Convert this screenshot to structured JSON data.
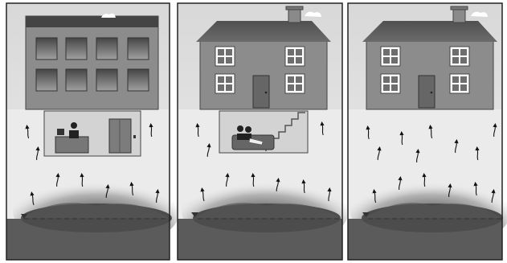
{
  "figure": {
    "panels": [
      {
        "id": "panel-office-basement",
        "building": "office",
        "basement": "office-worker",
        "house_features": false
      },
      {
        "id": "panel-house-basement",
        "building": "house",
        "basement": "living-room",
        "house_features": true
      },
      {
        "id": "panel-house-no-basement",
        "building": "house",
        "basement": "none",
        "house_features": true
      }
    ],
    "icons": [
      "arrow-up-icon",
      "chimney-icon",
      "cloud-icon",
      "door-icon",
      "window-icon",
      "stairs-icon",
      "sofa-icon",
      "person-icon",
      "desk-icon",
      "computer-icon"
    ],
    "colors": {
      "sky": "#e6e6e6",
      "building": "#8c8c8c",
      "roof": "#5a5a5a",
      "window": "#6e6e6e",
      "ground_light": "#ececec",
      "plume": "#6f6f6f",
      "plume_core": "#3f3f3f",
      "subsoil": "#5d5d5d",
      "frame": "#222222"
    }
  }
}
